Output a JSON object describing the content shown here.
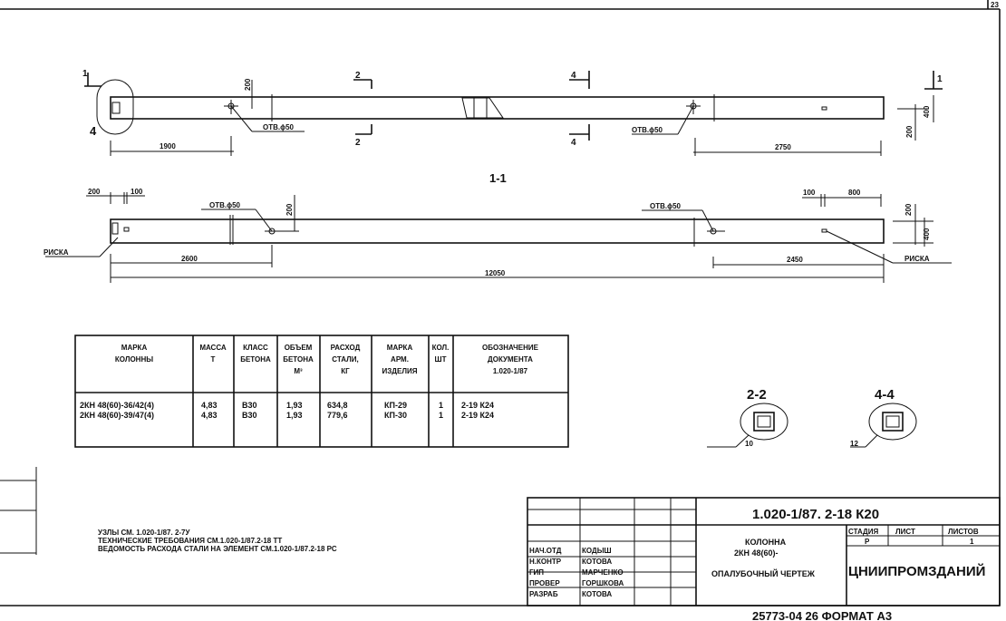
{
  "sheet": {
    "corner_number": "23",
    "footer": "25773-04   26   ФОРМАТ А3"
  },
  "plan": {
    "section_marks": [
      "1",
      "4",
      "2",
      "2",
      "4",
      "4",
      "1"
    ],
    "hole_label": "ОТВ.ϕ50",
    "dims": {
      "d1900": "1900",
      "d2750": "2750",
      "d200": "200",
      "d400": "400",
      "d200b": "200"
    }
  },
  "elevation": {
    "title": "1-1",
    "hole_label": "ОТВ.ϕ50",
    "riska": "РИСКА",
    "dims": {
      "d200": "200",
      "d100": "100",
      "d200v": "200",
      "d100r": "100",
      "d800": "800",
      "d200r": "200",
      "d400r": "400",
      "d2600": "2600",
      "d2450": "2450",
      "d12050": "12050"
    }
  },
  "sections": [
    {
      "title": "2-2",
      "callout": "10"
    },
    {
      "title": "4-4",
      "callout": "12"
    }
  ],
  "table": {
    "headers": [
      [
        "МАРКА",
        "КОЛОННЫ"
      ],
      [
        "МАССА",
        "Т"
      ],
      [
        "КЛАСС",
        "БЕТОНА"
      ],
      [
        "ОБЪЕМ",
        "БЕТОНА",
        "М³"
      ],
      [
        "РАСХОД",
        "СТАЛИ,",
        "КГ"
      ],
      [
        "МАРКА",
        "АРМ.",
        "ИЗДЕЛИЯ"
      ],
      [
        "КОЛ.",
        "ШТ"
      ],
      [
        "ОБОЗНАЧЕНИЕ",
        "ДОКУМЕНТА",
        "1.020-1/87"
      ]
    ],
    "rows": [
      [
        "2КН 48(60)-36/42(4)",
        "4,83",
        "В30",
        "1,93",
        "634,8",
        "КП-29",
        "1",
        "2-19 К24"
      ],
      [
        "2КН 48(60)-39/47(4)",
        "4,83",
        "В30",
        "1,93",
        "779,6",
        "КП-30",
        "1",
        "2-19 К24"
      ]
    ]
  },
  "notes": [
    "УЗЛЫ СМ. 1.020-1/87. 2-7У",
    "ТЕХНИЧЕСКИЕ ТРЕБОВАНИЯ СМ.1.020-1/87.2-18 ТТ",
    "ВЕДОМОСТЬ РАСХОДА СТАЛИ НА ЭЛЕМЕНТ СМ.1.020-1/87.2-18 РС"
  ],
  "title_block": {
    "code": "1.020-1/87. 2-18  К20",
    "signers": [
      {
        "role": "НАЧ.ОТД",
        "name": "КОДЫШ"
      },
      {
        "role": "Н.КОНТР",
        "name": "КОТОВА"
      },
      {
        "role": "ГИП",
        "name": "МАРЧЕНКО"
      },
      {
        "role": "ПРОВЕР",
        "name": "ГОРШКОВА"
      },
      {
        "role": "РАЗРАБ",
        "name": "КОТОВА"
      }
    ],
    "name_lines": [
      "КОЛОННА",
      "2КН 48(60)-",
      "ОПАЛУБОЧНЫЙ ЧЕРТЕЖ"
    ],
    "stage_label": "СТАДИЯ",
    "sheet_label": "ЛИСТ",
    "sheets_label": "ЛИСТОВ",
    "stage": "Р",
    "sheets": "1",
    "org": "ЦНИИПРОМЗДАНИЙ"
  }
}
